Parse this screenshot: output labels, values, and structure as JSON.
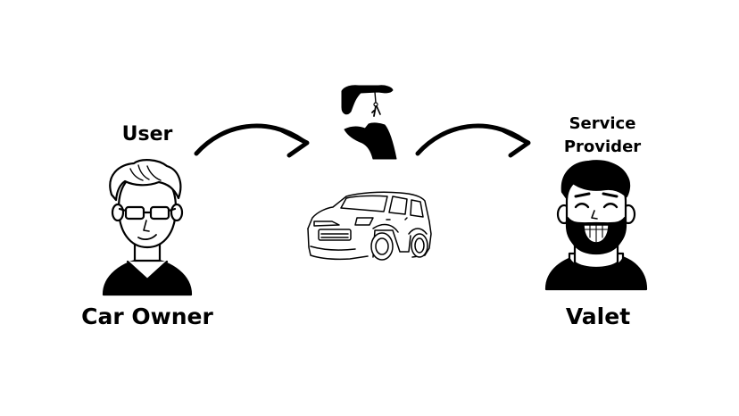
{
  "diagram": {
    "owner": {
      "role_label": "User",
      "name_label": "Car Owner"
    },
    "valet": {
      "role_line1": "Service",
      "role_line2": "Provider",
      "name_label": "Valet"
    },
    "icons": {
      "owner": "car-owner-avatar-icon",
      "keys": "key-handover-icon",
      "car": "suv-car-icon",
      "valet": "valet-avatar-icon",
      "arrows": "curved-arrow-icon"
    },
    "colors": {
      "ink": "#000000",
      "background": "#ffffff",
      "skin": "#ffffff"
    }
  }
}
